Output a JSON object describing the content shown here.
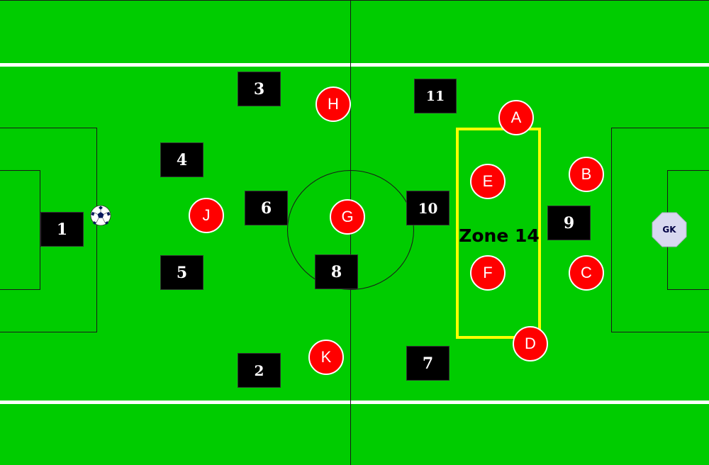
{
  "colors": {
    "pitch": "#00cc00",
    "lines": "#ffffff",
    "player": "#000000",
    "opponent": "#ff0000",
    "zone": "#ffff00",
    "goalkeeper": "#d8d8f0"
  },
  "zone": {
    "label": "Zone 14"
  },
  "team_players": [
    {
      "number": "1"
    },
    {
      "number": "2"
    },
    {
      "number": "3"
    },
    {
      "number": "4"
    },
    {
      "number": "5"
    },
    {
      "number": "6"
    },
    {
      "number": "7"
    },
    {
      "number": "8"
    },
    {
      "number": "9"
    },
    {
      "number": "10"
    },
    {
      "number": "11"
    }
  ],
  "opponents": [
    {
      "letter": "A"
    },
    {
      "letter": "B"
    },
    {
      "letter": "C"
    },
    {
      "letter": "D"
    },
    {
      "letter": "E"
    },
    {
      "letter": "F"
    },
    {
      "letter": "G"
    },
    {
      "letter": "H"
    },
    {
      "letter": "J"
    },
    {
      "letter": "K"
    }
  ],
  "goalkeeper": {
    "label": "GK"
  },
  "icons": {
    "ball": "soccer-ball-icon"
  }
}
